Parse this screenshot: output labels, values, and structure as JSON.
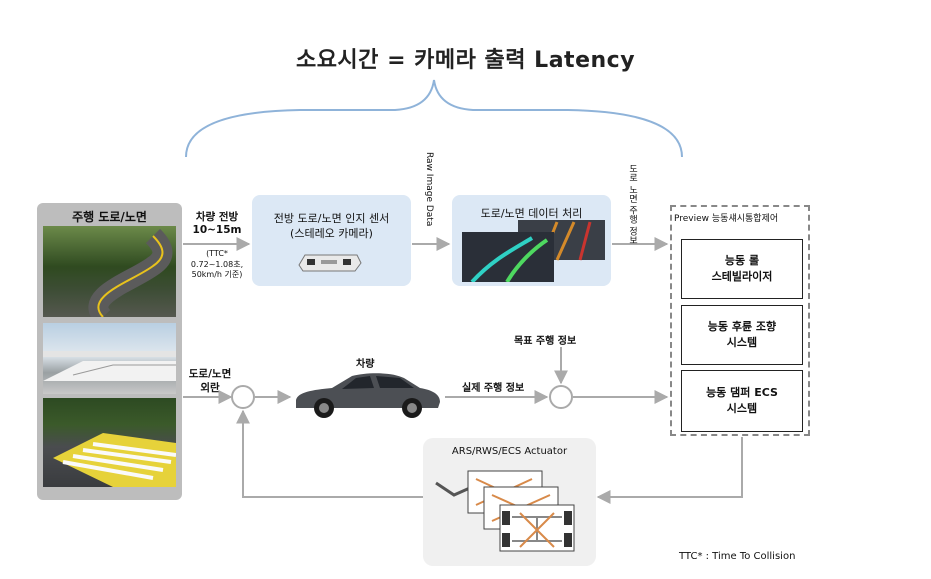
{
  "title": "소요시간 = 카메라 출력 Latency",
  "road": {
    "title": "주행 도로/노면"
  },
  "vehicle_front": {
    "line1": "차량 전방",
    "line2": "10~15m",
    "ttc_line1": "(TTC*",
    "ttc_line2": "0.72~1.08초,",
    "ttc_line3": "50km/h 기준)"
  },
  "road_disturbance": {
    "line1": "도로/노면",
    "line2": "외란"
  },
  "sensor": {
    "line1": "전방 도로/노면 인지 센서",
    "line2": "(스테레오 카메라)"
  },
  "raw_image_label": "Raw Image Data",
  "processing": {
    "title": "도로/노면 데이터 처리"
  },
  "road_preview_info": "도로 노면 주행 정보",
  "preview_controller": {
    "title": "Preview 능동섀시통합제어",
    "systems": [
      {
        "line1": "능동 롤",
        "line2": "스테빌라이저"
      },
      {
        "line1": "능동 후륜 조향",
        "line2": "시스템"
      },
      {
        "line1": "능동 댐퍼 ECS",
        "line2": "시스템"
      }
    ]
  },
  "vehicle_label": "차량",
  "target_info": "목표 주행 정보",
  "actual_info": "실제 주행 정보",
  "actuator": {
    "title": "ARS/RWS/ECS Actuator"
  },
  "footnote": "TTC* : Time To Collision"
}
